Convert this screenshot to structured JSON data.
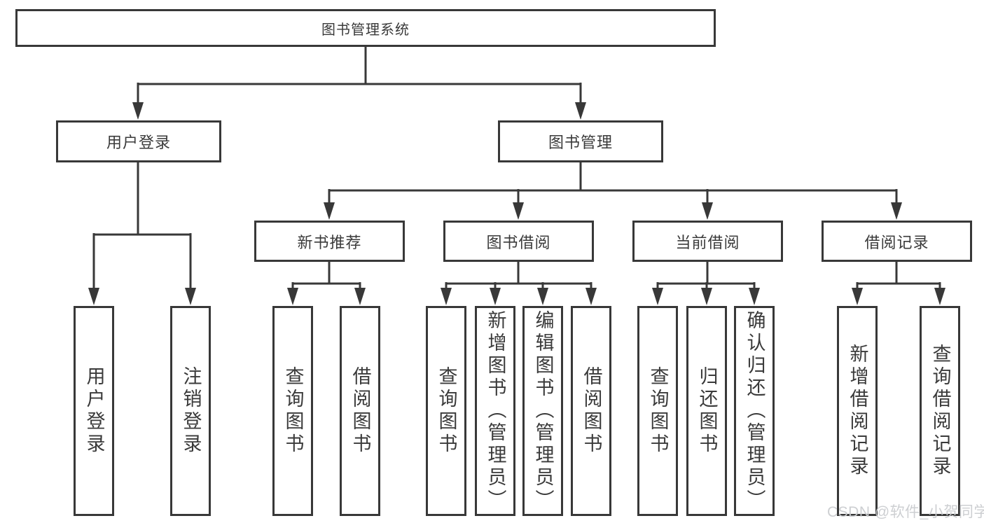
{
  "diagram": {
    "title": "图书管理系统",
    "watermark": "CSDN @软件_小贺同学",
    "colors": {
      "line": "#383838",
      "box_border": "#383838",
      "box_fill": "#ffffff",
      "text": "#3a3a3a",
      "background": "#ffffff",
      "watermark": "#caccd0"
    },
    "nodes": {
      "root": "图书管理系统",
      "level2": [
        "用户登录",
        "图书管理"
      ],
      "level3": [
        "新书推荐",
        "图书借阅",
        "当前借阅",
        "借阅记录"
      ],
      "leaves": [
        "用户登录",
        "注销登录",
        "查询图书",
        "借阅图书",
        "查询图书",
        "新增图书（管理员）",
        "编辑图书（管理员）",
        "借阅图书",
        "查询图书",
        "归还图书",
        "确认归还（管理员）",
        "新增借阅记录",
        "查询借阅记录"
      ]
    }
  }
}
